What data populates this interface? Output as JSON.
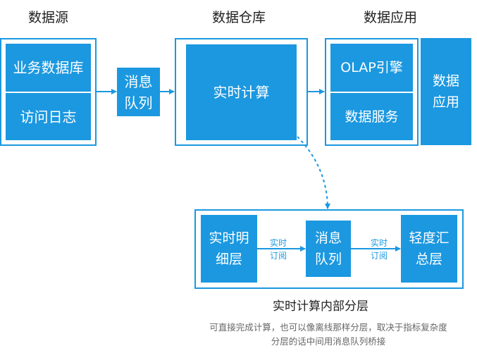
{
  "headings": {
    "source": "数据源",
    "warehouse": "数据仓库",
    "application": "数据应用"
  },
  "source_blocks": {
    "business_db": "业务数据库",
    "access_log": "访问日志"
  },
  "queue_block": [
    "消息",
    "队列"
  ],
  "compute_block": "实时计算",
  "app_blocks": {
    "olap": "OLAP引擎",
    "data_service": "数据服务",
    "data_app": [
      "数据",
      "应用"
    ]
  },
  "detail": {
    "detail_layer": [
      "实时明",
      "细层"
    ],
    "subscribe_1": [
      "实时",
      "订阅"
    ],
    "queue": [
      "消息",
      "队列"
    ],
    "subscribe_2": [
      "实时",
      "订阅"
    ],
    "summary_layer": [
      "轻度汇",
      "总层"
    ],
    "caption": "实时计算内部分层"
  },
  "note": [
    "可直接完成计算，也可以像离线那样分层，取决于指标复杂度",
    "分层的话中间用消息队列桥接"
  ],
  "colors": {
    "accent": "#1b98e0",
    "text": "#1f1f1f",
    "note": "#666666"
  }
}
